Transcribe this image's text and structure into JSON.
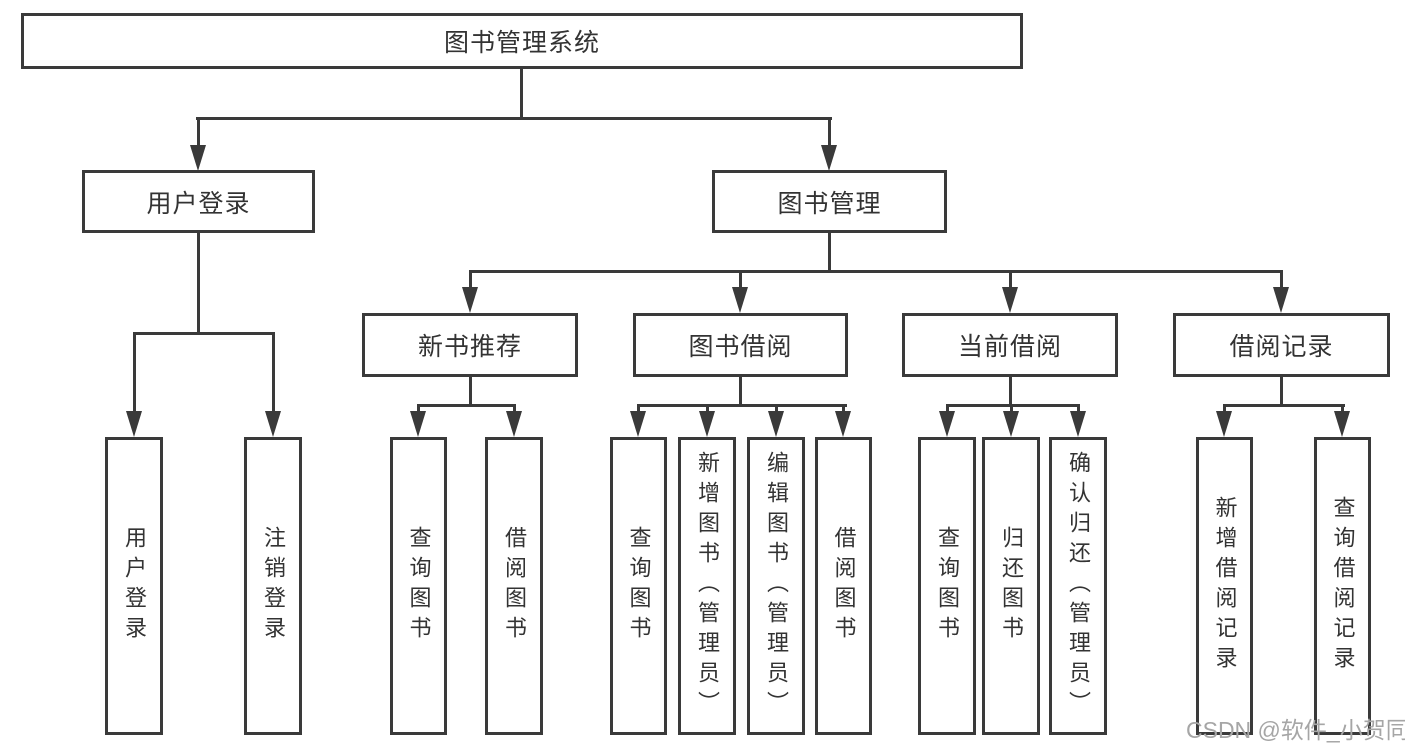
{
  "diagram": {
    "root": {
      "label": "图书管理系统"
    },
    "level2": [
      {
        "label": "用户登录"
      },
      {
        "label": "图书管理"
      }
    ],
    "level3": [
      {
        "label": "新书推荐"
      },
      {
        "label": "图书借阅"
      },
      {
        "label": "当前借阅"
      },
      {
        "label": "借阅记录"
      }
    ],
    "leaves": [
      {
        "label": "用户登录"
      },
      {
        "label": "注销登录"
      },
      {
        "label": "查询图书"
      },
      {
        "label": "借阅图书"
      },
      {
        "label": "查询图书"
      },
      {
        "label": "新增图书（管理员）"
      },
      {
        "label": "编辑图书（管理员）"
      },
      {
        "label": "借阅图书"
      },
      {
        "label": "查询图书"
      },
      {
        "label": "归还图书"
      },
      {
        "label": "确认归还（管理员）"
      },
      {
        "label": "新增借阅记录"
      },
      {
        "label": "查询借阅记录"
      }
    ],
    "watermark": "CSDN @软件_小贺同学",
    "colors": {
      "line": "#3a3a3a",
      "text": "#333333",
      "watermark": "#a6a6a6",
      "background": "#ffffff"
    }
  }
}
